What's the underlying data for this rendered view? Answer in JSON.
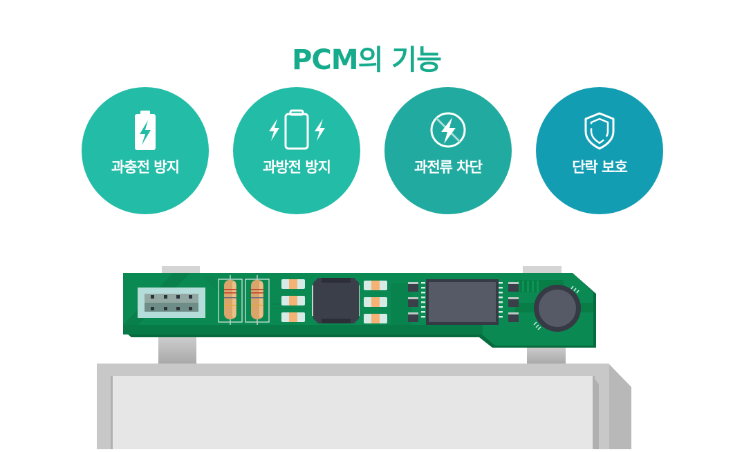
{
  "title": "PCM의 기능",
  "colors": {
    "title": "#16ab8c",
    "circle_1": "#23bca7",
    "circle_2": "#23bca7",
    "circle_3": "#21aba0",
    "circle_4": "#139db3",
    "pcb_green": "#0a8a52",
    "pcb_dark": "#066b3d",
    "battery_gray": "#c8c8c8",
    "battery_face": "#e6e6e6"
  },
  "features": [
    {
      "label": "과충전 방지",
      "icon": "battery-charging-icon"
    },
    {
      "label": "과방전 방지",
      "icon": "battery-discharge-icon"
    },
    {
      "label": "과전류 차단",
      "icon": "lightning-blocked-icon"
    },
    {
      "label": "단락 보호",
      "icon": "shield-icon"
    }
  ],
  "illustration": {
    "subject": "PCM board mounted on battery cell"
  }
}
